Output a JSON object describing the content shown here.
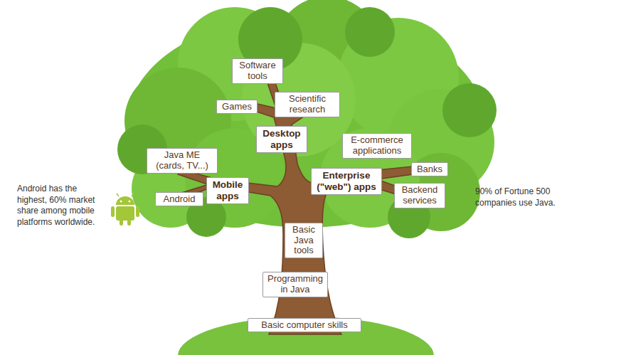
{
  "diagram": {
    "nodes": [
      {
        "text": [
          "Software tools"
        ]
      },
      {
        "text": [
          "Games"
        ]
      },
      {
        "text": [
          "Scientific research"
        ]
      },
      {
        "text": [
          "Desktop apps"
        ]
      },
      {
        "text": [
          "Java ME (cards, TV...)"
        ]
      },
      {
        "text": [
          "E-commerce applications"
        ]
      },
      {
        "text": [
          "Banks"
        ]
      },
      {
        "text": [
          "Enterprise (\"web\") apps"
        ]
      },
      {
        "text": [
          "Mobile apps"
        ]
      },
      {
        "text": [
          "Android"
        ]
      },
      {
        "text": [
          "Backend services"
        ]
      },
      {
        "text": [
          "Basic Java tools"
        ]
      },
      {
        "text": [
          "Programming in Java"
        ]
      },
      {
        "text": [
          "Basic computer skills"
        ]
      }
    ],
    "labels": [
      "Android has the highest, 60% market share among mobile platforms worldwide.",
      "90% of Fortune 500 companies use Java."
    ]
  }
}
